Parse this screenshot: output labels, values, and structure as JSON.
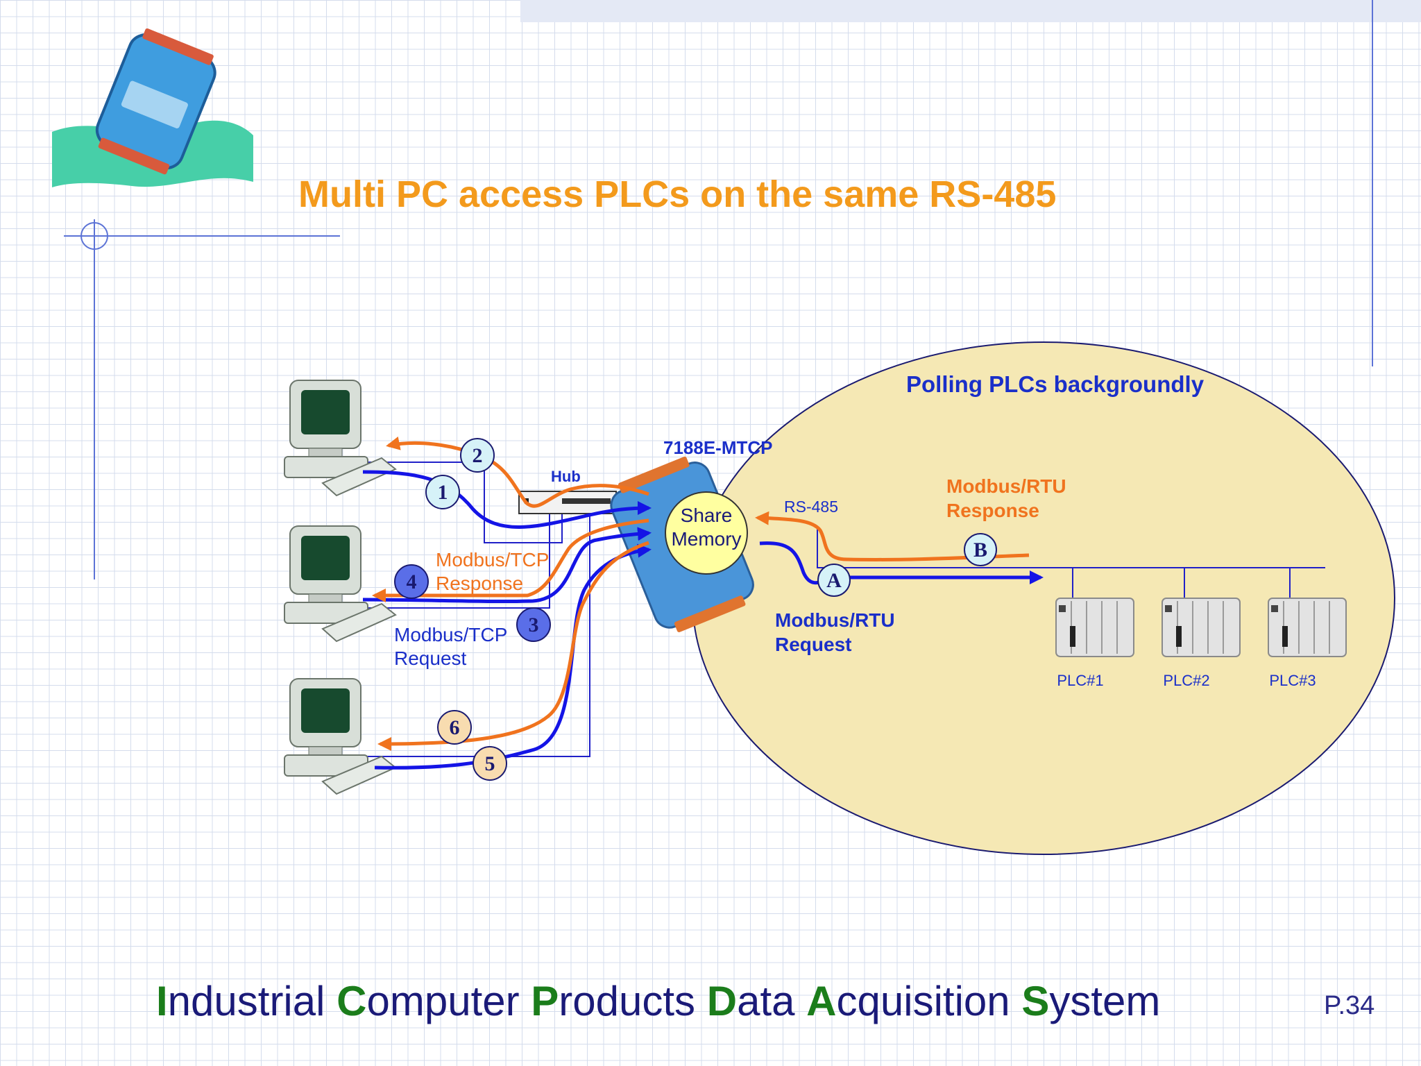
{
  "slide": {
    "title": "Multi PC access PLCs on the same RS-485",
    "page_number": "P.34",
    "footer": [
      {
        "cap": "I",
        "rest": "ndustrial "
      },
      {
        "cap": "C",
        "rest": "omputer "
      },
      {
        "cap": "P",
        "rest": "roducts "
      },
      {
        "cap": "D",
        "rest": "ata "
      },
      {
        "cap": "A",
        "rest": "cquisition "
      },
      {
        "cap": "S",
        "rest": "ystem"
      }
    ]
  },
  "diagram": {
    "zone_label": "Polling PLCs backgroundly",
    "device_label": "7188E-MTCP",
    "memory_line1": "Share",
    "memory_line2": "Memory",
    "hub_label": "Hub",
    "rs485_label": "RS-485",
    "rtu_response_line1": "Modbus/RTU",
    "rtu_response_line2": "Response",
    "rtu_request_line1": "Modbus/RTU",
    "rtu_request_line2": "Request",
    "tcp_response_line1": "Modbus/TCP",
    "tcp_response_line2": "Response",
    "tcp_request_line1": "Modbus/TCP",
    "tcp_request_line2": "Request",
    "plcs": [
      "PLC#1",
      "PLC#2",
      "PLC#3"
    ],
    "steps": [
      "1",
      "2",
      "3",
      "4",
      "5",
      "6",
      "A",
      "B"
    ]
  },
  "colors": {
    "title": "#f39a1c",
    "request": "#1414e6",
    "response": "#f0731e",
    "zone_fill": "#f5e8b4",
    "memory_fill": "#ffffa0",
    "footer_text": "#1a1a78",
    "footer_caps": "#1b7d1b"
  }
}
